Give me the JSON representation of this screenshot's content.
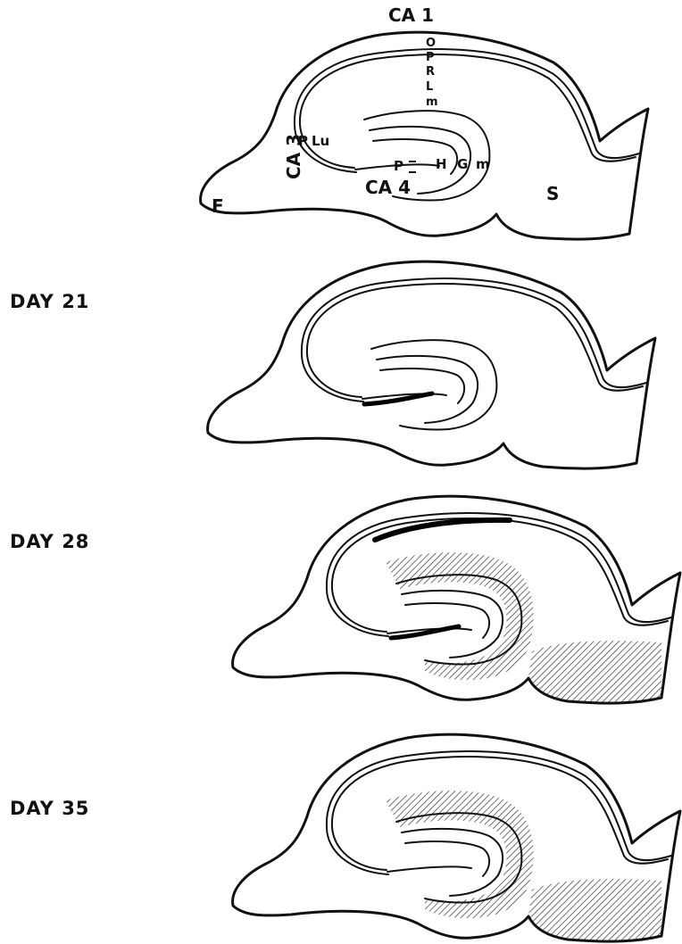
{
  "panels": [
    {
      "day_label": "",
      "labels": {
        "ca1": "CA 1",
        "ca3": "CA 3",
        "ca4": "CA 4",
        "o": "O",
        "p_ca1": "P",
        "r": "R",
        "l": "L",
        "m_ca1": "m",
        "p_ca3": "P",
        "lu": "Lu",
        "p_ca4": "P",
        "h": "H",
        "g": "G",
        "m_dg": "m",
        "f": "F",
        "s": "S"
      }
    },
    {
      "day_label": "DAY 21",
      "black_segments": [
        "CA4 pyramidal"
      ],
      "hatched_regions": []
    },
    {
      "day_label": "DAY 28",
      "black_segments": [
        "CA1 pyramidal",
        "CA4 pyramidal"
      ],
      "hatched_regions": [
        "molecular layer",
        "subiculum"
      ]
    },
    {
      "day_label": "DAY 35",
      "black_segments": [],
      "hatched_regions": [
        "molecular layer",
        "subiculum"
      ]
    }
  ],
  "colors": {
    "line": "#111111",
    "background": "#ffffff"
  }
}
